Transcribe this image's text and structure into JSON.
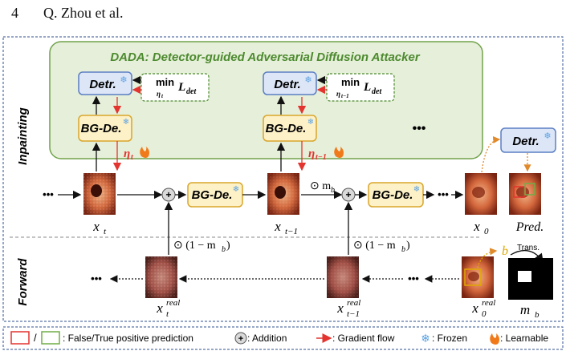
{
  "page_header": {
    "page_number": "4",
    "authors": "Q. Zhou et al."
  },
  "dada_title": "DADA: Detector-guided Adversarial Diffusion Attacker",
  "section_labels": {
    "inpainting": "Inpainting",
    "forward": "Forward"
  },
  "blocks": {
    "detector": "Detr.",
    "bg_denoiser": "BG-De."
  },
  "loss": {
    "min": "min",
    "sub_t": "η",
    "sub_t_idx": "t",
    "sub_t1_idx": "t−1",
    "L": "L",
    "L_sub": "det"
  },
  "params": {
    "eta_t": "η",
    "eta_t_idx": "t",
    "eta_t1_idx": "t−1"
  },
  "ops": {
    "mask_mb": "⊙ m",
    "mask_mb_sub": "b",
    "one_minus_mask": "⊙ (1 − m",
    "one_minus_mask_sub": "b",
    "one_minus_mask_close": ")",
    "plus": "+"
  },
  "states": {
    "x": "x",
    "sub_t": "t",
    "sub_t1": "t−1",
    "sub_0": "0",
    "real": "real",
    "pred": "Pred.",
    "m": "m",
    "m_sub": "b"
  },
  "ellipsis": "•••",
  "b_label": "b",
  "trans_label": "Trans.",
  "legend": {
    "slash": "/",
    "fp_tp": ": False/True positive prediction",
    "addition": ": Addition",
    "gradient": ": Gradient flow",
    "frozen": ": Frozen",
    "learnable": ": Learnable",
    "plus_glyph": "+",
    "frozen_glyph": "❄"
  },
  "colors": {
    "dada_fill": "#e6efd9",
    "dada_stroke": "#70a24b",
    "detr_fill": "#dce6f7",
    "detr_stroke": "#5b7fc4",
    "bgde_fill": "#fdf1c7",
    "bgde_stroke": "#d9a62c",
    "gradient_red": "#e3342f",
    "false_pos_red": "#e3342f",
    "true_pos_green": "#70ad47",
    "loss_green": "#4c8a2f",
    "frozen_blue": "#5ea3e3",
    "flame_orange": "#f07a1a",
    "dashed_orange": "#e08a2b",
    "frame_blue": "#2f4f8f"
  }
}
